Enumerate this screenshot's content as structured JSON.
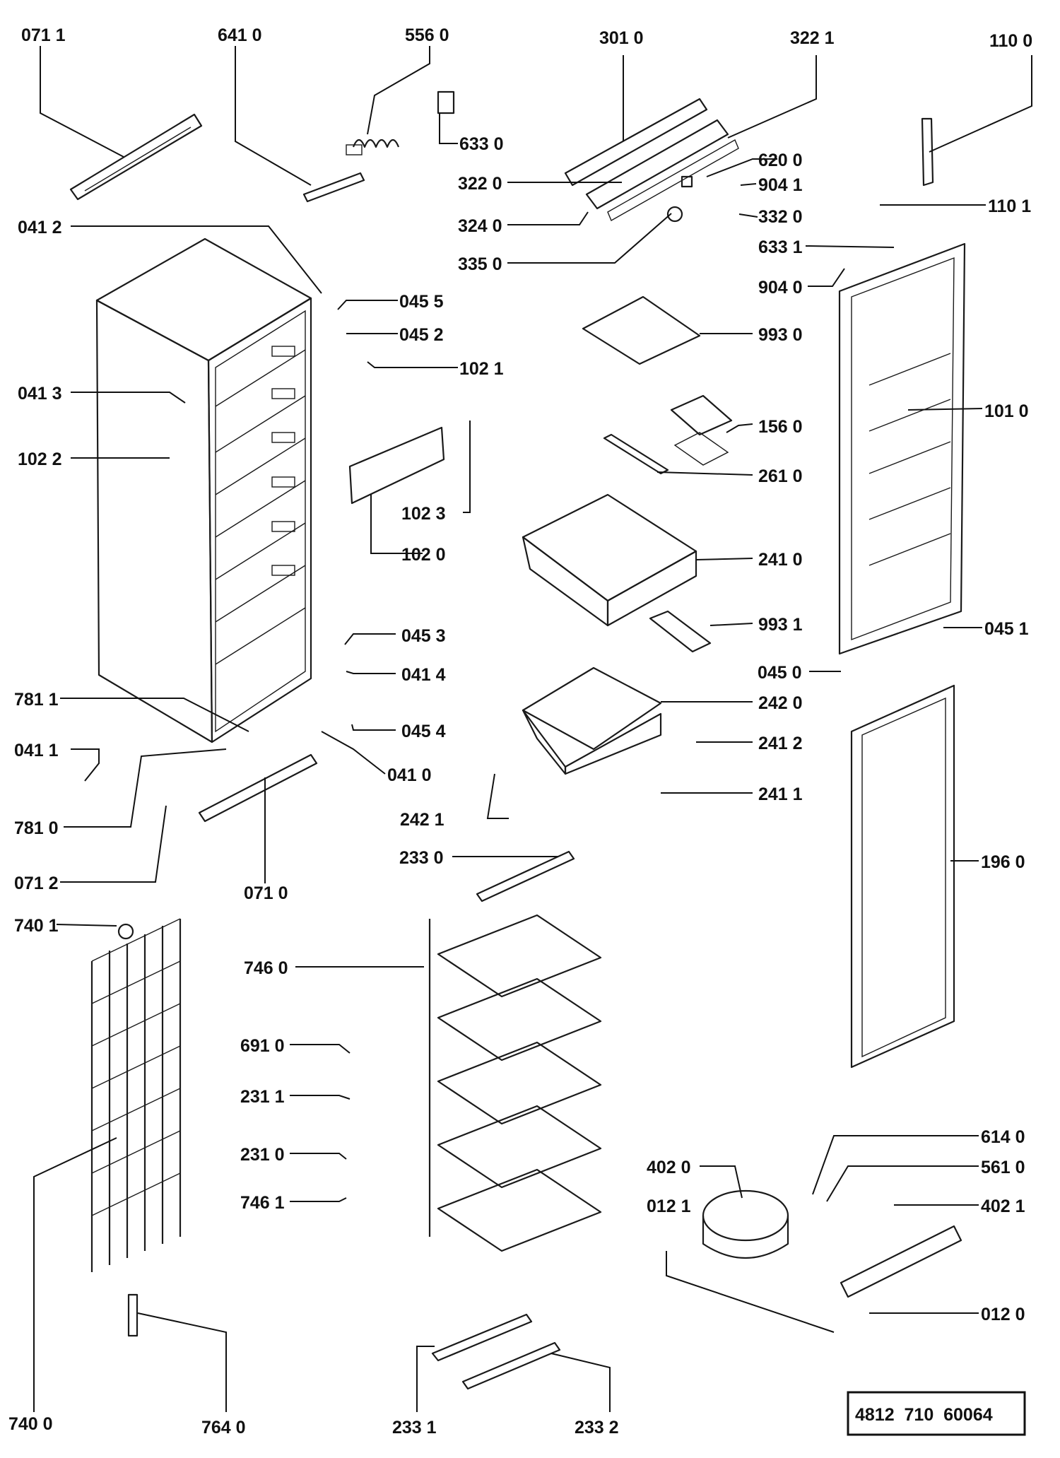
{
  "diagram": {
    "document_code": "4812  710  60064",
    "parts": [
      {
        "id": "p0711",
        "label": "071 1"
      },
      {
        "id": "p6410",
        "label": "641 0"
      },
      {
        "id": "p5560",
        "label": "556  0"
      },
      {
        "id": "p6330",
        "label": "633 0"
      },
      {
        "id": "p3010",
        "label": "301  0"
      },
      {
        "id": "p3221",
        "label": "322  1"
      },
      {
        "id": "p1100",
        "label": "110  0"
      },
      {
        "id": "p6200",
        "label": "620 0"
      },
      {
        "id": "p3220",
        "label": "322 0"
      },
      {
        "id": "p9041",
        "label": "904 1"
      },
      {
        "id": "p3240",
        "label": "324 0"
      },
      {
        "id": "p3320",
        "label": "332 0"
      },
      {
        "id": "p1101",
        "label": "110  1"
      },
      {
        "id": "p0412",
        "label": "041 2"
      },
      {
        "id": "p3350",
        "label": "335 0"
      },
      {
        "id": "p6331",
        "label": "633 1"
      },
      {
        "id": "p9040",
        "label": "904 0"
      },
      {
        "id": "p0455",
        "label": "045 5"
      },
      {
        "id": "p0452",
        "label": "045 2"
      },
      {
        "id": "p9930",
        "label": "993 0"
      },
      {
        "id": "p1021",
        "label": "102 1"
      },
      {
        "id": "p0413",
        "label": "041 3"
      },
      {
        "id": "p1010",
        "label": "101  0"
      },
      {
        "id": "p1560",
        "label": "156 0"
      },
      {
        "id": "p1022",
        "label": "102 2"
      },
      {
        "id": "p2610",
        "label": "261 0"
      },
      {
        "id": "p1023",
        "label": "102 3"
      },
      {
        "id": "p1020",
        "label": "102 0"
      },
      {
        "id": "p2410",
        "label": "241 0"
      },
      {
        "id": "p9931",
        "label": "993 1"
      },
      {
        "id": "p0453",
        "label": "045 3"
      },
      {
        "id": "p0451",
        "label": "045 1"
      },
      {
        "id": "p0414",
        "label": "041 4"
      },
      {
        "id": "p0450",
        "label": "045 0"
      },
      {
        "id": "p7811",
        "label": "781 1"
      },
      {
        "id": "p2420",
        "label": "242 0"
      },
      {
        "id": "p0454",
        "label": "045 4"
      },
      {
        "id": "p0411",
        "label": "041 1"
      },
      {
        "id": "p2412",
        "label": "241 2"
      },
      {
        "id": "p0410",
        "label": "041 0"
      },
      {
        "id": "p2421",
        "label": "242 1"
      },
      {
        "id": "p2411",
        "label": "241 1"
      },
      {
        "id": "p7810",
        "label": "781 0"
      },
      {
        "id": "p2330",
        "label": "233 0"
      },
      {
        "id": "p0712",
        "label": "071 2"
      },
      {
        "id": "p0710",
        "label": "071 0"
      },
      {
        "id": "p1960",
        "label": "196 0"
      },
      {
        "id": "p7401",
        "label": "740 1"
      },
      {
        "id": "p7460",
        "label": "746 0"
      },
      {
        "id": "p6910",
        "label": "691 0"
      },
      {
        "id": "p2311",
        "label": "231 1"
      },
      {
        "id": "p6140",
        "label": "614 0"
      },
      {
        "id": "p2310",
        "label": "231 0"
      },
      {
        "id": "p4020",
        "label": "402 0"
      },
      {
        "id": "p5610",
        "label": "561 0"
      },
      {
        "id": "p7461",
        "label": "746 1"
      },
      {
        "id": "p0121",
        "label": "012 1"
      },
      {
        "id": "p4021",
        "label": "402 1"
      },
      {
        "id": "p0120",
        "label": "012 0"
      },
      {
        "id": "p7400",
        "label": "740 0"
      },
      {
        "id": "p7640",
        "label": "764  0"
      },
      {
        "id": "p2331",
        "label": "233  1"
      },
      {
        "id": "p2332",
        "label": "233  2"
      }
    ]
  }
}
